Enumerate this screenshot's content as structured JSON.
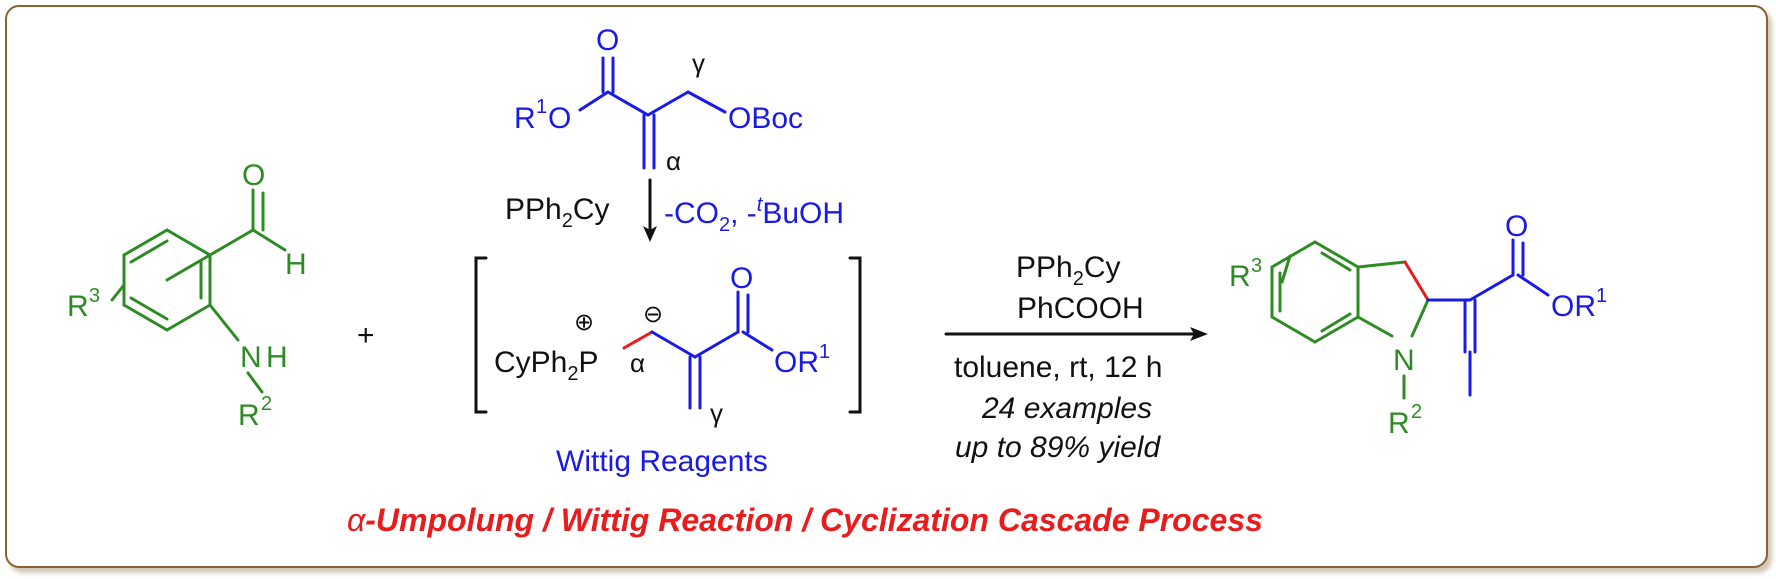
{
  "aldehyde": {
    "O": "O",
    "H": "H",
    "R3": "R",
    "R3_sup": "3",
    "NH": "N",
    "NH_H": "H",
    "R2": "R",
    "R2_sup": "2"
  },
  "plus": "+",
  "precursor": {
    "O": "O",
    "R1O": "R",
    "R1O_sup": "1",
    "R1O_O": "O",
    "OBoc": "OBoc",
    "gamma": "γ",
    "alpha": "α"
  },
  "arrow_down": {
    "left_reagent": "PPh",
    "left_sub": "2",
    "left_tail": "Cy",
    "right_part1": "-CO",
    "right_sub": "2",
    "right_part2": ", -",
    "right_sup": "t",
    "right_part3": "BuOH"
  },
  "ylide": {
    "plus_charge": "⊕",
    "minus_charge": "⊖",
    "CyPh2P_a": "CyPh",
    "CyPh2P_sub": "2",
    "CyPh2P_b": "P",
    "alpha": "α",
    "O": "O",
    "OR1": "OR",
    "OR1_sup": "1",
    "gamma": "γ",
    "caption": "Wittig Reagents"
  },
  "conditions": {
    "above_1_a": "PPh",
    "above_1_sub": "2",
    "above_1_b": "Cy",
    "above_2": "PhCOOH",
    "below_1": "toluene, rt, 12 h",
    "below_2": "24 examples",
    "below_3": "up to 89% yield"
  },
  "product": {
    "R3": "R",
    "R3_sup": "3",
    "N": "N",
    "R2": "R",
    "R2_sup": "2",
    "O": "O",
    "OR1": "OR",
    "OR1_sup": "1"
  },
  "title": {
    "alpha": "α",
    "text": "-Umpolung / Wittig Reaction / Cyclization Cascade Process"
  },
  "colors": {
    "green": "#2e8b24",
    "blue": "#1a1ae6",
    "red": "#e81c1c",
    "black": "#111111",
    "frame": "#8a6232"
  }
}
